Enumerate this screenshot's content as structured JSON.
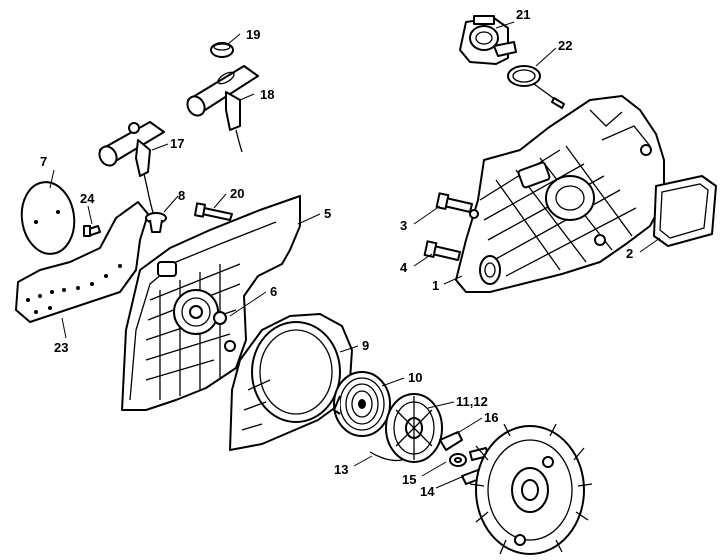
{
  "labels": {
    "l1": "1",
    "l2": "2",
    "l3": "3",
    "l4": "4",
    "l5": "5",
    "l6": "6",
    "l7": "7",
    "l8": "8",
    "l9": "9",
    "l10": "10",
    "l11": "11,12",
    "l13": "13",
    "l14": "14",
    "l15": "15",
    "l16": "16",
    "l17": "17",
    "l18": "18",
    "l19": "19",
    "l20": "20",
    "l21": "21",
    "l22": "22",
    "l23": "23",
    "l24": "24"
  },
  "colors": {
    "ink": "#000000",
    "paper": "#ffffff"
  }
}
